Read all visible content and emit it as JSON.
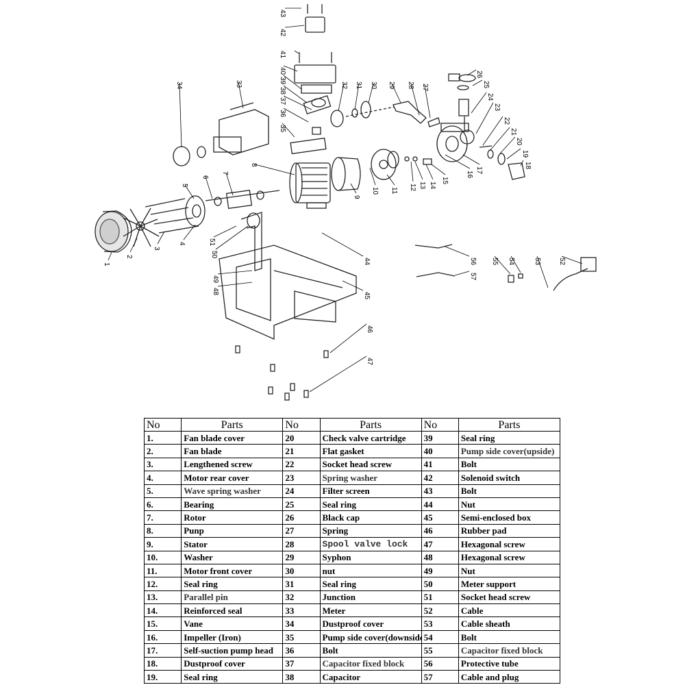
{
  "callouts": [
    "1",
    "2",
    "3",
    "4",
    "5",
    "6",
    "7",
    "8",
    "9",
    "10",
    "11",
    "12",
    "13",
    "14",
    "15",
    "16",
    "17",
    "18",
    "19",
    "20",
    "21",
    "22",
    "23",
    "24",
    "25",
    "26",
    "27",
    "28",
    "29",
    "30",
    "31",
    "32",
    "33",
    "34",
    "35",
    "36",
    "37",
    "38",
    "39",
    "40",
    "41",
    "42",
    "43",
    "44",
    "45",
    "46",
    "47",
    "48",
    "49",
    "50",
    "51",
    "52",
    "53",
    "54",
    "55",
    "56",
    "57"
  ],
  "table": {
    "headers": [
      "No",
      "Parts",
      "No",
      "Parts",
      "No",
      "Parts"
    ],
    "rows": [
      [
        {
          "no": "1.",
          "part": "Fan blade cover"
        },
        {
          "no": "20",
          "part": "Check valve cartridge"
        },
        {
          "no": "39",
          "part": "Seal ring"
        }
      ],
      [
        {
          "no": "2.",
          "part": "Fan blade"
        },
        {
          "no": "21",
          "part": "Flat gasket"
        },
        {
          "no": "40",
          "part": "Pump side cover(upside)"
        }
      ],
      [
        {
          "no": "3.",
          "part": "Lengthened screw"
        },
        {
          "no": "22",
          "part": "Socket head screw"
        },
        {
          "no": "41",
          "part": "Bolt"
        }
      ],
      [
        {
          "no": "4.",
          "part": "Motor rear cover"
        },
        {
          "no": "23",
          "part": "Spring washer"
        },
        {
          "no": "42",
          "part": "Solenoid switch"
        }
      ],
      [
        {
          "no": "5.",
          "part": "Wave spring washer"
        },
        {
          "no": "24",
          "part": "Filter screen"
        },
        {
          "no": "43",
          "part": "Bolt"
        }
      ],
      [
        {
          "no": "6.",
          "part": "Bearing"
        },
        {
          "no": "25",
          "part": "Seal ring"
        },
        {
          "no": "44",
          "part": "Nut"
        }
      ],
      [
        {
          "no": "7.",
          "part": "Rotor"
        },
        {
          "no": "26",
          "part": "Black cap"
        },
        {
          "no": "45",
          "part": "Semi-enclosed box"
        }
      ],
      [
        {
          "no": "8.",
          "part": "Punp"
        },
        {
          "no": "27",
          "part": "Spring"
        },
        {
          "no": "46",
          "part": "Rubber pad"
        }
      ],
      [
        {
          "no": "9.",
          "part": "Stator"
        },
        {
          "no": "28",
          "part": "Spool valve lock"
        },
        {
          "no": "47",
          "part": "Hexagonal screw"
        }
      ],
      [
        {
          "no": "10.",
          "part": "Washer"
        },
        {
          "no": "29",
          "part": "Syphon"
        },
        {
          "no": "48",
          "part": "Hexagonal screw"
        }
      ],
      [
        {
          "no": "11.",
          "part": "Motor front cover"
        },
        {
          "no": "30",
          "part": "nut"
        },
        {
          "no": "49",
          "part": "Nut"
        }
      ],
      [
        {
          "no": "12.",
          "part": "Seal ring"
        },
        {
          "no": "31",
          "part": "Seal ring"
        },
        {
          "no": "50",
          "part": "Meter support"
        }
      ],
      [
        {
          "no": "13.",
          "part": "Parallel pin"
        },
        {
          "no": "32",
          "part": "Junction"
        },
        {
          "no": "51",
          "part": "Socket head screw"
        }
      ],
      [
        {
          "no": "14.",
          "part": "Reinforced seal"
        },
        {
          "no": "33",
          "part": "Meter"
        },
        {
          "no": "52",
          "part": "Cable"
        }
      ],
      [
        {
          "no": "15.",
          "part": "Vane"
        },
        {
          "no": "34",
          "part": "Dustproof cover"
        },
        {
          "no": "53",
          "part": "Cable sheath"
        }
      ],
      [
        {
          "no": "16.",
          "part": "Impeller (Iron)"
        },
        {
          "no": "35",
          "part": "Pump side cover(downside)"
        },
        {
          "no": "54",
          "part": "Bolt"
        }
      ],
      [
        {
          "no": "17.",
          "part": "Self-suction pump head"
        },
        {
          "no": "36",
          "part": "Bolt"
        },
        {
          "no": "55",
          "part": "Capacitor fixed block"
        }
      ],
      [
        {
          "no": "18.",
          "part": "Dustproof cover"
        },
        {
          "no": "37",
          "part": "Capacitor fixed block"
        },
        {
          "no": "56",
          "part": "Protective tube"
        }
      ],
      [
        {
          "no": "19.",
          "part": "Seal ring"
        },
        {
          "no": "38",
          "part": "Capacitor"
        },
        {
          "no": "57",
          "part": "Cable and plug"
        }
      ]
    ]
  }
}
